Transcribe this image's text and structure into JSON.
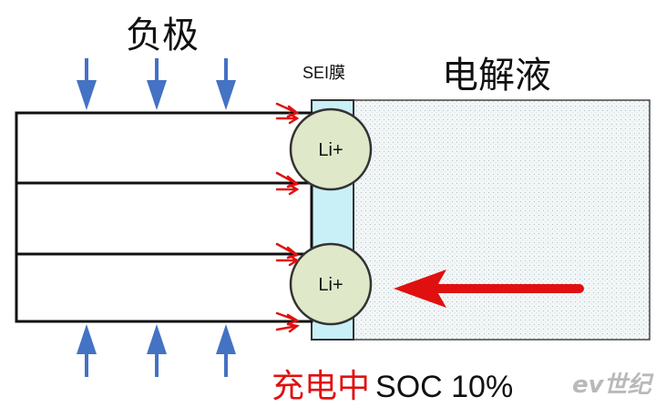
{
  "labels": {
    "negative_electrode": "负极",
    "sei_film": "SEI膜",
    "electrolyte": "电解液",
    "state": "充电中",
    "soc": "SOC 10%",
    "watermark": "ev世纪"
  },
  "ions": [
    {
      "label": "Li+"
    },
    {
      "label": "Li+"
    }
  ],
  "colors": {
    "arrow_blue": "#4472c4",
    "arrow_red": "#e01010",
    "sei_fill": "#c8f0f6",
    "ion_fill": "#dfe8c8",
    "electrolyte_fill": "#eef3f4"
  }
}
